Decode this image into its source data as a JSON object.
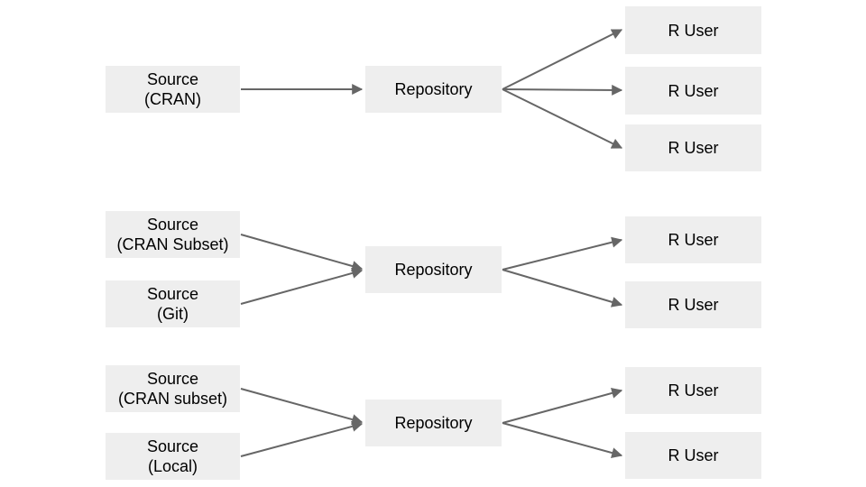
{
  "diagram": {
    "colors": {
      "background": "#ffffff",
      "node_fill": "#eeeeee",
      "text": "#000000",
      "arrow": "#666666"
    },
    "rows": [
      {
        "sources": [
          {
            "label": "Source\n(CRAN)"
          }
        ],
        "repository": {
          "label": "Repository"
        },
        "users": [
          {
            "label": "R User"
          },
          {
            "label": "R User"
          },
          {
            "label": "R User"
          }
        ]
      },
      {
        "sources": [
          {
            "label": "Source\n(CRAN Subset)"
          },
          {
            "label": "Source\n(Git)"
          }
        ],
        "repository": {
          "label": "Repository"
        },
        "users": [
          {
            "label": "R User"
          },
          {
            "label": "R User"
          }
        ]
      },
      {
        "sources": [
          {
            "label": "Source\n(CRAN subset)"
          },
          {
            "label": "Source\n(Local)"
          }
        ],
        "repository": {
          "label": "Repository"
        },
        "users": [
          {
            "label": "R User"
          },
          {
            "label": "R User"
          }
        ]
      }
    ]
  }
}
